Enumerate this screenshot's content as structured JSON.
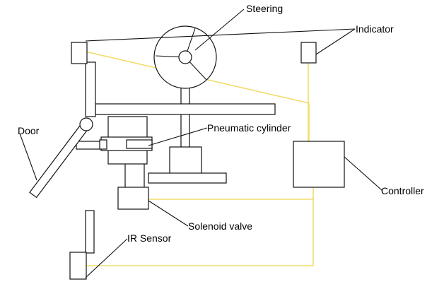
{
  "diagram": {
    "labels": {
      "steering": "Steering",
      "indicator": "Indicator",
      "door": "Door",
      "pneumatic_cylinder": "Pneumatic cylinder",
      "controller": "Controller",
      "solenoid_valve": "Solenoid valve",
      "ir_sensor": "IR Sensor"
    },
    "colors": {
      "wire": "#f2dc6a",
      "line": "#111111",
      "background": "#ffffff"
    }
  }
}
